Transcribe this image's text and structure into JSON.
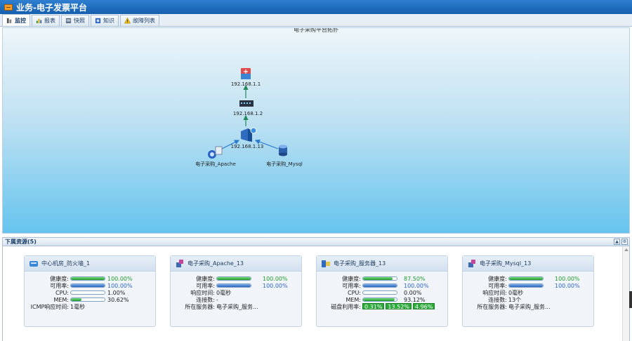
{
  "app": {
    "title": "业务-电子发票平台"
  },
  "tabs": [
    {
      "label": "监控",
      "icon": "monitor-icon",
      "active": true
    },
    {
      "label": "报表",
      "icon": "report-icon",
      "active": false
    },
    {
      "label": "快照",
      "icon": "snapshot-icon",
      "active": false
    },
    {
      "label": "知识",
      "icon": "knowledge-icon",
      "active": false
    },
    {
      "label": "故障列表",
      "icon": "warning-icon",
      "active": false
    }
  ],
  "topology": {
    "title": "电子采购平台拓扑",
    "nodes": [
      {
        "label": "192.168.1.1",
        "icon": "firewall-icon"
      },
      {
        "label": "192.168.1.2",
        "icon": "switch-icon"
      },
      {
        "label": "192.168.1.13",
        "icon": "server-icon"
      },
      {
        "label": "电子采购_Apache",
        "icon": "apache-icon"
      },
      {
        "label": "电子采购_Mysql",
        "icon": "mysql-icon"
      }
    ]
  },
  "panel": {
    "title": "下属资源(5)",
    "cards": [
      {
        "name": "中心机房_防火墙_1",
        "icon": "firewall-device-icon",
        "health_label": "健康度:",
        "health": "100.00%",
        "health_pct": 100,
        "avail_label": "可用率:",
        "avail": "100.00%",
        "avail_pct": 100,
        "cpu_label": "CPU:",
        "cpu": "1.00%",
        "cpu_pct": 1,
        "mem_label": "MEM:",
        "mem": "30.62%",
        "mem_pct": 30.62,
        "icmp_label": "ICMP响应时间:",
        "icmp": "1毫秒"
      },
      {
        "name": "电子采购_Apache_13",
        "icon": "apache-service-icon",
        "health_label": "健康度:",
        "health": "100.00%",
        "health_pct": 100,
        "avail_label": "可用率:",
        "avail": "100.00%",
        "avail_pct": 100,
        "resp_label": "响应时间:",
        "resp": "0毫秒",
        "conn_label": "连接数:",
        "conn": "-",
        "server_label": "所在服务器:",
        "server": "电子采购_服务..."
      },
      {
        "name": "电子采购_服务器_13",
        "icon": "server-device-icon",
        "health_label": "健康度:",
        "health": "87.50%",
        "health_pct": 87.5,
        "avail_label": "可用率:",
        "avail": "100.00%",
        "avail_pct": 100,
        "cpu_label": "CPU:",
        "cpu": "0.00%",
        "cpu_pct": 0,
        "mem_label": "MEM:",
        "mem": "93.12%",
        "mem_pct": 93.12,
        "disk_label": "磁盘利用率:",
        "disks": [
          "0.31%",
          "13.52%",
          "4.96%"
        ]
      },
      {
        "name": "电子采购_Mysql_13",
        "icon": "mysql-service-icon",
        "health_label": "健康度:",
        "health": "100.00%",
        "health_pct": 100,
        "avail_label": "可用率:",
        "avail": "100.00%",
        "avail_pct": 100,
        "resp_label": "响应时间:",
        "resp": "0毫秒",
        "conn_label": "连接数:",
        "conn": "13个",
        "server_label": "所在服务器:",
        "server": "电子采购_服务..."
      }
    ]
  }
}
